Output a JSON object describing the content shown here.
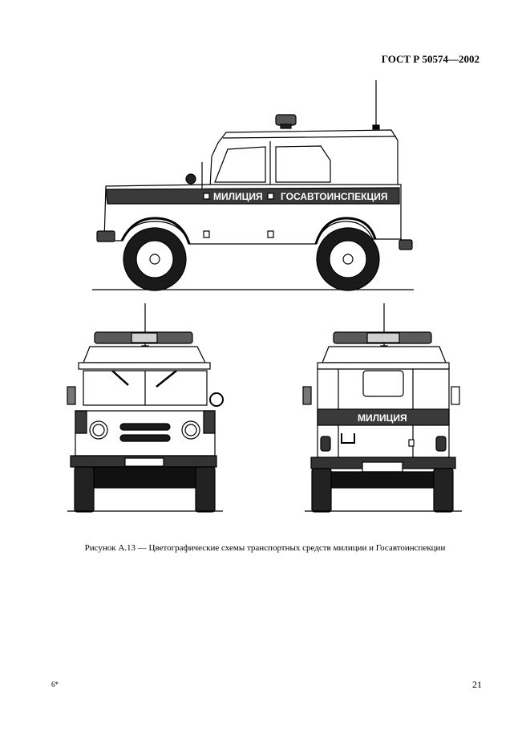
{
  "header": {
    "standard": "ГОСТ Р 50574—2002"
  },
  "figure": {
    "side_band_left": "МИЛИЦИЯ",
    "side_band_right": "ГОСАВТОИНСПЕКЦИЯ",
    "rear_band": "МИЛИЦИЯ",
    "caption": "Рисунок А.13 — Цветографические схемы транспортных средств милиции и Госавтоинспекции"
  },
  "footer": {
    "mark": "6*",
    "page_number": "21"
  },
  "colors": {
    "band": "#3a3a3a",
    "ink": "#000000",
    "paper": "#ffffff",
    "tire": "#1a1a1a",
    "light_bar": "#5a5a5a"
  }
}
